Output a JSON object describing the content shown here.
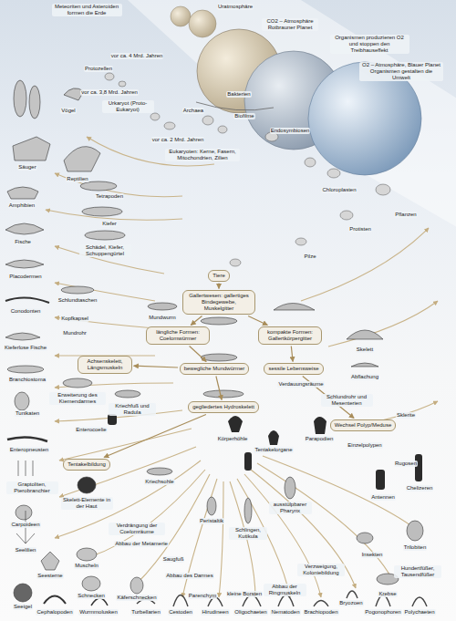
{
  "diagram": {
    "nodes": [
      {
        "text": [
          "Tiere"
        ]
      },
      {
        "text": [
          "Gallertwesen: gallertiges Bindegewebe, Muskelgitter"
        ]
      },
      {
        "text": [
          "längliche Formen: Coelomwürmer"
        ]
      },
      {
        "text": [
          "kompakte Formen: Gallertkörpergitter"
        ]
      },
      {
        "text": [
          "bewegliche Mundwürmer"
        ]
      },
      {
        "text": [
          "sessile Lebensweise"
        ]
      },
      {
        "text": [
          "gegliedertes Hydroskelett"
        ]
      },
      {
        "text": [
          "Achsenskelett, Längsmuskeln"
        ]
      },
      {
        "text": [
          "Tentakelbildung"
        ]
      },
      {
        "text": [
          "Wechsel Polyp/Meduse"
        ]
      }
    ],
    "edges": [
      {
        "from": 0,
        "to": 1,
        "arrow": "to"
      },
      {
        "from": 1,
        "to": 2,
        "arrow": "to"
      },
      {
        "from": 1,
        "to": 3,
        "arrow": "to"
      },
      {
        "from": 2,
        "to": 4,
        "arrow": "to"
      },
      {
        "from": 3,
        "to": 5,
        "arrow": "to"
      },
      {
        "from": 4,
        "to": 6,
        "arrow": "to"
      },
      {
        "from": 4,
        "to": 7,
        "arrow": "to"
      },
      {
        "from": 6,
        "to": 8,
        "arrow": "to"
      },
      {
        "from": 5,
        "to": 9,
        "arrow": "to"
      }
    ],
    "labels": [
      "Meteoriten und Asteroiden formen die Erde",
      "Uratmosphäre",
      "CO2 – Atmosphäre Rotbrauner Planet",
      "Organismen produzieren O2 und stoppen den Treibhauseffekt",
      "O2 – Atmosphäre, Blauer Planet Organismen gestalten die Umwelt",
      "vor ca. 4 Mrd. Jahren",
      "Protozellen",
      "vor ca. 3,8 Mrd. Jahren",
      "Bakterien",
      "Archaea",
      "Biofilme",
      "Urkaryot (Proto-Eukaryot)",
      "Endosymbiosen",
      "vor ca. 2 Mrd. Jahren",
      "Eukaryoten: Kerne, Fasern, Mitochondrien, Zilien",
      "Chloroplasten",
      "Pflanzen",
      "Protisten",
      "Pilze",
      "Vögel",
      "Säuger",
      "Reptilien",
      "Amphibien",
      "Tetrapoden",
      "Fische",
      "Kiefer",
      "Placodermen",
      "Schädel, Kiefer, Schuppengürtel",
      "Conodonten",
      "Schlundtaschen",
      "Kopfkapsel",
      "Kieferlose Fische",
      "Mundrohr",
      "Branchiostoma",
      "Erweiterung des Kiemendarmes",
      "Tunikaten",
      "Enterocoelie",
      "Enteropneusten",
      "Graptoliten, Pterobranchier",
      "Skelett-Elemente in der Haut",
      "Carpoideen",
      "Verdrängung der Coelomräume",
      "Abbau der Metamerie",
      "Seelilien",
      "Muscheln",
      "Seesterne",
      "Schnecken",
      "Käferschnecken",
      "Seeigel",
      "Cephalopoden",
      "Wurmmolusken",
      "Mundwurm",
      "Skelett",
      "Abflachung",
      "Verdauungsräume",
      "Schlundrohr und Mesenterien",
      "Sklerite",
      "Einzelpolypen",
      "Rugosen",
      "Kriechfuß und Radula",
      "Kriechsohle",
      "Körperhöhle",
      "Tentakelorgane",
      "Parapodien",
      "Peristaltik",
      "Schlingen, Kutikula",
      "ausstülpbarer Pharynx",
      "Saugfuß",
      "Abbau des Darmes",
      "Parenchym",
      "kleine Borsten",
      "Abbau der Ringmuskeln",
      "Verzweigung, Koloniebildung",
      "Antennen",
      "Chelizeren",
      "Insekten",
      "Trilobiten",
      "Hundertfüßer, Tausendfüßer",
      "Krebse",
      "Turbellarien",
      "Cestoden",
      "Hirudineen",
      "Oligochaeten",
      "Nematoden",
      "Brachiopoden",
      "Bryozoen",
      "Pogonophoren",
      "Polychaeten"
    ]
  }
}
